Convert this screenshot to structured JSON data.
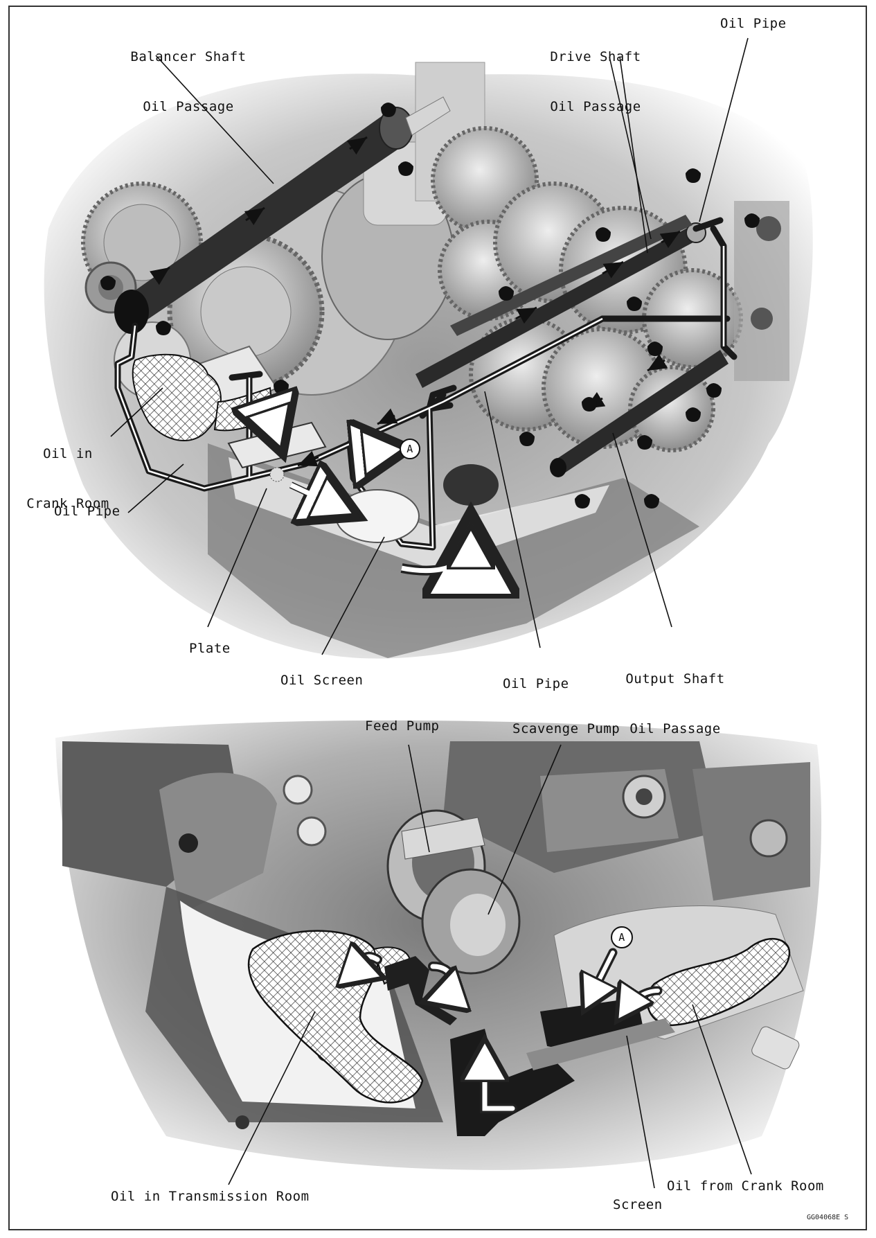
{
  "labels": {
    "balancer_shaft": [
      "Balancer Shaft",
      "Oil Passage"
    ],
    "drive_shaft": [
      "Drive Shaft",
      "Oil Passage"
    ],
    "oil_pipe_top": "Oil Pipe",
    "oil_in_crank_room": [
      "Oil in",
      "Crank Room"
    ],
    "oil_pipe_left": "Oil Pipe",
    "plate": "Plate",
    "oil_screen": "Oil Screen",
    "oil_pipe_bottom": "Oil Pipe",
    "output_shaft": [
      "Output Shaft",
      "Oil Passage"
    ],
    "feed_pump": "Feed Pump",
    "scavenge_pump": "Scavenge Pump",
    "oil_in_transmission_room": "Oil in Transmission Room",
    "screen": "Screen",
    "oil_from_crank_room": "Oil from Crank Room",
    "marker_a": "A"
  },
  "figure_code": "GG04068E  S",
  "colors": {
    "background": "#ffffff",
    "engine_light": "#d9d9d9",
    "engine_mid": "#a8a8a8",
    "engine_dark": "#5a5a5a",
    "passage": "#2a2a2a",
    "label": "#111111"
  }
}
